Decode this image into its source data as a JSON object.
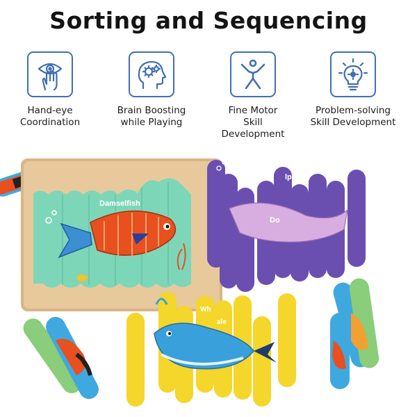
{
  "title": "Sorting and Sequencing",
  "features": [
    {
      "label_line1": "Hand-eye",
      "label_line2": "Coordination",
      "label_line3": "",
      "icon": "hand-eye-icon"
    },
    {
      "label_line1": "Brain Boosting",
      "label_line2": "while Playing",
      "label_line3": "",
      "icon": "brain-gears-icon"
    },
    {
      "label_line1": "Fine Motor",
      "label_line2": "Skill",
      "label_line3": "Development",
      "icon": "stick-figure-icon"
    },
    {
      "label_line1": "Problem-solving",
      "label_line2": "Skill Development",
      "label_line3": "",
      "icon": "lightbulb-gear-icon"
    }
  ],
  "puzzles": {
    "damselfish": "Damselfish",
    "dolphin_part1": "Do",
    "dolphin_part2": "lphin",
    "whale_part1": "Wh",
    "whale_part2": "ale"
  },
  "colors": {
    "icon_blue": "#3f6fb4",
    "purple": "#6a4fb0",
    "yellow": "#f5d62a",
    "mint": "#7ed6b8",
    "fish_orange": "#e8501f",
    "whale_blue": "#3aa0dc"
  }
}
